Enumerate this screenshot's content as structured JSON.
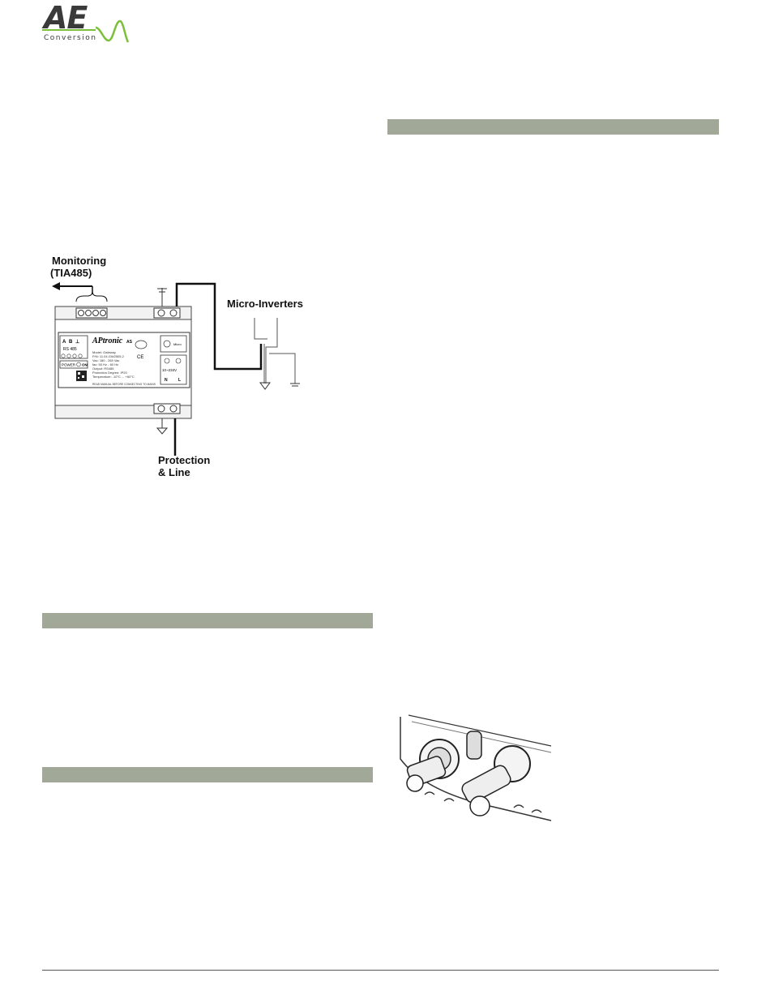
{
  "logo": {
    "mark": "AE",
    "word": "Conversion",
    "wave_color": "#7bbf3a",
    "mark_color": "#3a3a3a"
  },
  "diagram": {
    "monitoring_label_1": "Monitoring",
    "monitoring_label_2": "(TIA485)",
    "micro_inverters_label": "Micro-Inverters",
    "protection_label_1": "Protection",
    "protection_label_2": "& Line",
    "device": {
      "brand": "APtronic",
      "brand_suffix": "AS",
      "rs485_label": "RS 485",
      "power_label": "POWER",
      "on_label": "ON",
      "voltage_label": "10~234V",
      "ce_label": "CE",
      "micro_label": "Micro",
      "n_label": "N",
      "l_label": "L",
      "spec_lines": [
        "Model: Gateway",
        "P/N: 11.04.GW2505.2",
        "Vac: 180 - 265 Vac",
        "fac: 50 Hz - 60 Hz",
        "Output: RS485",
        "Protection Degree: IP20",
        "Temperature: -10°C ... +60°C"
      ],
      "manual_note": "READ MANUAL BEFORE CONNECTING TO MAINS"
    }
  },
  "colors": {
    "section_bar": "#a1a897",
    "rule": "#555555"
  }
}
